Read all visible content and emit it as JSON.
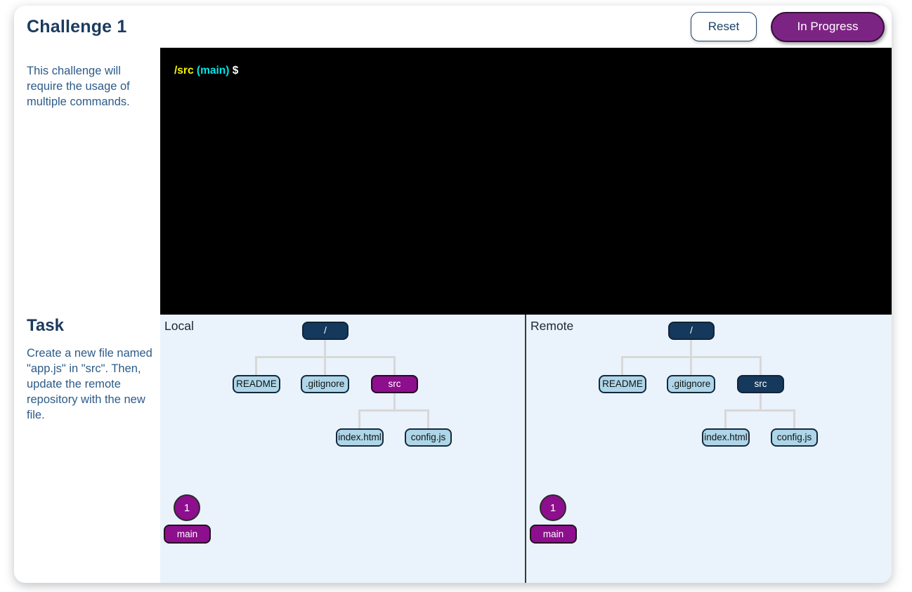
{
  "header": {
    "title": "Challenge 1",
    "reset_button": "Reset",
    "status_badge": "In Progress"
  },
  "sidebar": {
    "description": "This challenge will require the usage of multiple commands.",
    "task": {
      "heading": "Task",
      "description": "Create a new file named \"app.js\" in \"src\". Then, update the remote repository with the new file."
    }
  },
  "terminal": {
    "prompt_path": "/src",
    "prompt_branch": "(main)",
    "prompt_symbol": "$"
  },
  "trees": {
    "local": {
      "panel_label": "Local",
      "nodes": {
        "root": "/",
        "child1": "README",
        "child2": ".gitignore",
        "child3": "src",
        "grandchild1": "index.html",
        "grandchild2": "config.js"
      },
      "commit_count": "1",
      "branch_label": "main"
    },
    "remote": {
      "panel_label": "Remote",
      "nodes": {
        "root": "/",
        "child1": "README",
        "child2": ".gitignore",
        "child3": "src",
        "grandchild1": "index.html",
        "grandchild2": "config.js"
      },
      "commit_count": "1",
      "branch_label": "main"
    }
  },
  "colors": {
    "navy": "#14395c",
    "title_navy": "#1b3a5e",
    "sidebar_text_blue": "#2d5b89",
    "node_purple": "#8d0f8d",
    "status_badge_purple": "#7c2483",
    "panel_background_blue": "#eaf3fc",
    "node_light_blue": "#aed6e8",
    "terminal_prompt_yellow": "#f5f500",
    "terminal_branch_cyan": "#00e5e5",
    "connector_gray": "#d8d8d8"
  }
}
